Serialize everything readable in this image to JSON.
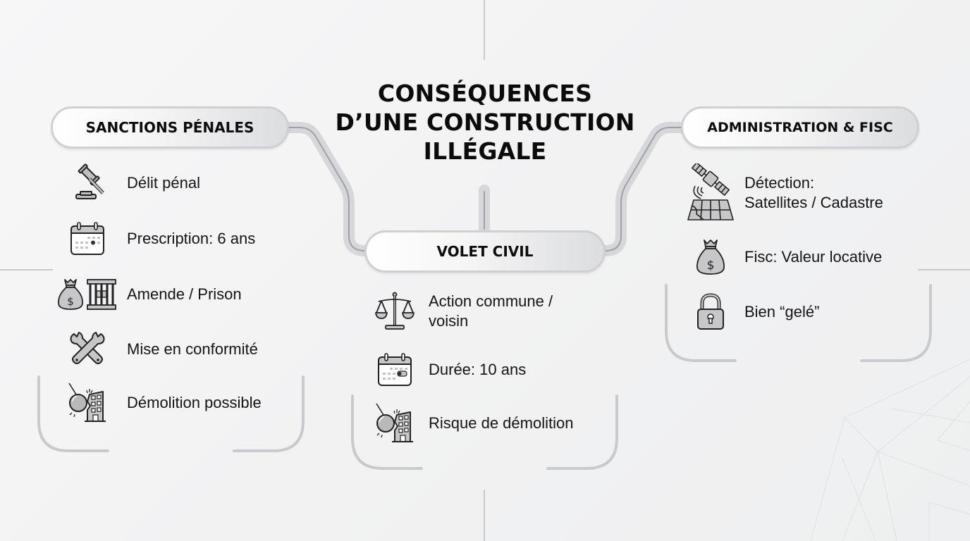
{
  "title": {
    "lines": [
      "CONSÉQUENCES",
      "D’UNE CONSTRUCTION",
      "ILLÉGALE"
    ]
  },
  "sections": [
    {
      "header": "SANCTIONS PÉNALES",
      "items": [
        {
          "icon": "gavel-icon",
          "lines": [
            "Délit pénal"
          ]
        },
        {
          "icon": "calendar-icon",
          "lines": [
            "Prescription: 6 ans"
          ]
        },
        {
          "icon": "money-bag-prison-icon",
          "lines": [
            "Amende / Prison"
          ]
        },
        {
          "icon": "wrenches-icon",
          "lines": [
            "Mise en conformité"
          ]
        },
        {
          "icon": "wrecking-ball-icon",
          "lines": [
            "Démolition possible"
          ]
        }
      ]
    },
    {
      "header": "VOLET CIVIL",
      "items": [
        {
          "icon": "scales-icon",
          "lines": [
            "Action commune /",
            "voisin"
          ]
        },
        {
          "icon": "calendar-icon",
          "lines": [
            "Durée: 10 ans"
          ]
        },
        {
          "icon": "wrecking-ball-icon",
          "lines": [
            "Risque de démolition"
          ]
        }
      ]
    },
    {
      "header": "ADMINISTRATION & FISC",
      "items": [
        {
          "icon": "satellite-cadastre-icon",
          "lines": [
            "Détection:",
            "Satellites / Cadastre"
          ]
        },
        {
          "icon": "money-bag-icon",
          "lines": [
            "Fisc: Valeur locative"
          ]
        },
        {
          "icon": "padlock-icon",
          "lines": [
            "Bien “gelé”"
          ]
        }
      ]
    }
  ],
  "colors": {
    "background": "#f3f3f4",
    "connector": "#d4d5d8",
    "connector_core": "#9c9ea2",
    "icon_fill": "#bfbfc2",
    "icon_stroke": "#222222"
  }
}
